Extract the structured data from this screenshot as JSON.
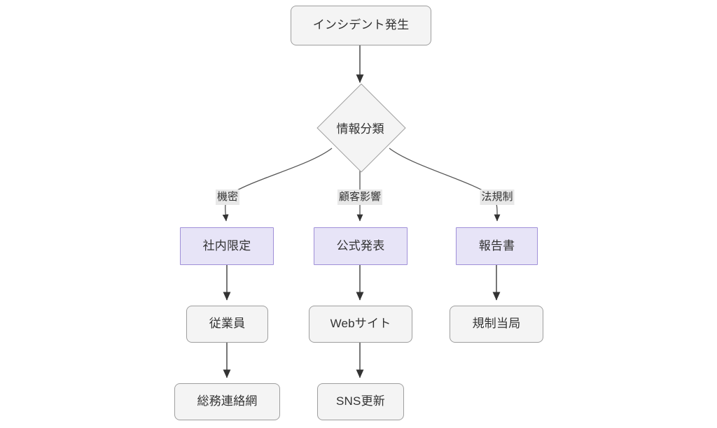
{
  "diagram": {
    "type": "flowchart",
    "direction": "top-down",
    "title": "",
    "colors": {
      "node_fill": "#f4f4f4",
      "node_stroke": "#9e9e9e",
      "highlight_fill": "#e7e4f7",
      "highlight_stroke": "#9f8fd8",
      "edge_stroke": "#555555",
      "label_background": "#e8e8e8",
      "text": "#333333",
      "canvas": "#ffffff"
    },
    "nodes": [
      {
        "id": "incident",
        "label": "インシデント発生",
        "shape": "rounded-rect",
        "style": "default"
      },
      {
        "id": "classify",
        "label": "情報分類",
        "shape": "diamond",
        "style": "default"
      },
      {
        "id": "internal",
        "label": "社内限定",
        "shape": "rect",
        "style": "highlight"
      },
      {
        "id": "official",
        "label": "公式発表",
        "shape": "rect",
        "style": "highlight"
      },
      {
        "id": "report",
        "label": "報告書",
        "shape": "rect",
        "style": "highlight"
      },
      {
        "id": "employees",
        "label": "従業員",
        "shape": "rounded-rect",
        "style": "default"
      },
      {
        "id": "website",
        "label": "Webサイト",
        "shape": "rounded-rect",
        "style": "default"
      },
      {
        "id": "regulator",
        "label": "規制当局",
        "shape": "rounded-rect",
        "style": "default"
      },
      {
        "id": "affairs",
        "label": "総務連絡網",
        "shape": "rounded-rect",
        "style": "default"
      },
      {
        "id": "sns",
        "label": "SNS更新",
        "shape": "rounded-rect",
        "style": "default"
      }
    ],
    "edges": [
      {
        "from": "incident",
        "to": "classify",
        "label": ""
      },
      {
        "from": "classify",
        "to": "internal",
        "label": "機密"
      },
      {
        "from": "classify",
        "to": "official",
        "label": "顧客影響"
      },
      {
        "from": "classify",
        "to": "report",
        "label": "法規制"
      },
      {
        "from": "internal",
        "to": "employees",
        "label": ""
      },
      {
        "from": "official",
        "to": "website",
        "label": ""
      },
      {
        "from": "report",
        "to": "regulator",
        "label": ""
      },
      {
        "from": "employees",
        "to": "affairs",
        "label": ""
      },
      {
        "from": "website",
        "to": "sns",
        "label": ""
      }
    ],
    "edge_labels": {
      "confidential": "機密",
      "customer_impact": "顧客影響",
      "regulation": "法規制"
    }
  }
}
